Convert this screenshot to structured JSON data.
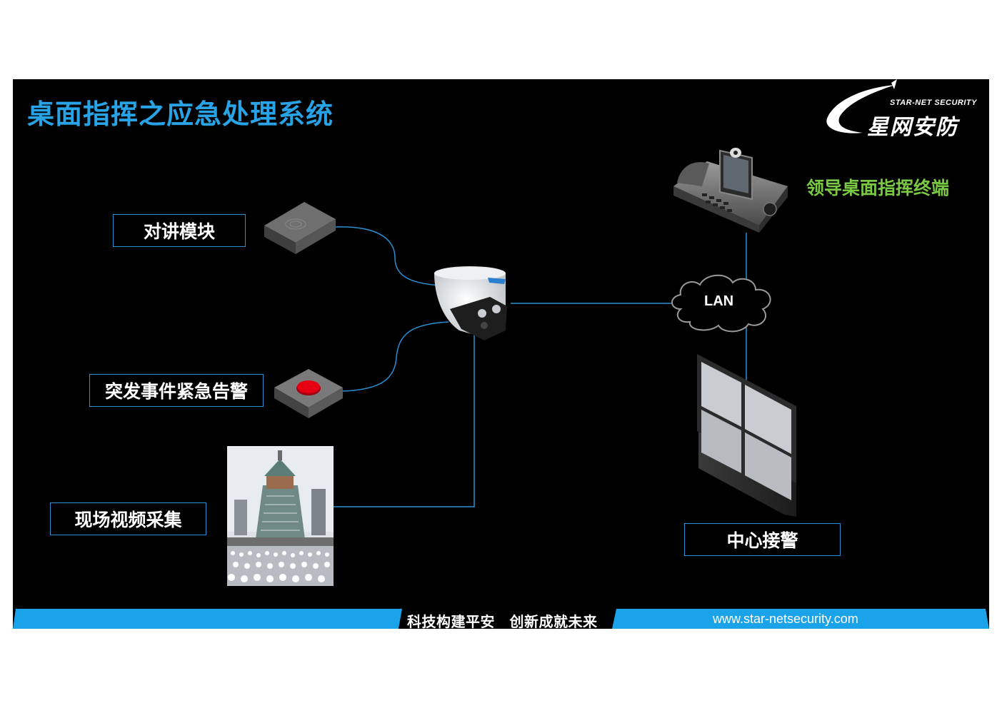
{
  "slide": {
    "title": "桌面指挥之应急处理系统"
  },
  "logo": {
    "english": "STAR-NET SECURITY",
    "chinese": "星网安防"
  },
  "diagram": {
    "intercom_label": "对讲模块",
    "alarm_label": "突发事件紧急告警",
    "video_label": "现场视频采集",
    "terminal_label": "领导桌面指挥终端",
    "network_label": "LAN",
    "center_label": "中心接警"
  },
  "footer": {
    "slogan": "科技构建平安　创新成就未来",
    "url": "www.star-netsecurity.com"
  },
  "colors": {
    "title": "#27a3e6",
    "line": "#2a8fd0",
    "accent_green": "#7ac943",
    "alarm_red": "#e60012",
    "footer_blue": "#1aa3e8"
  }
}
